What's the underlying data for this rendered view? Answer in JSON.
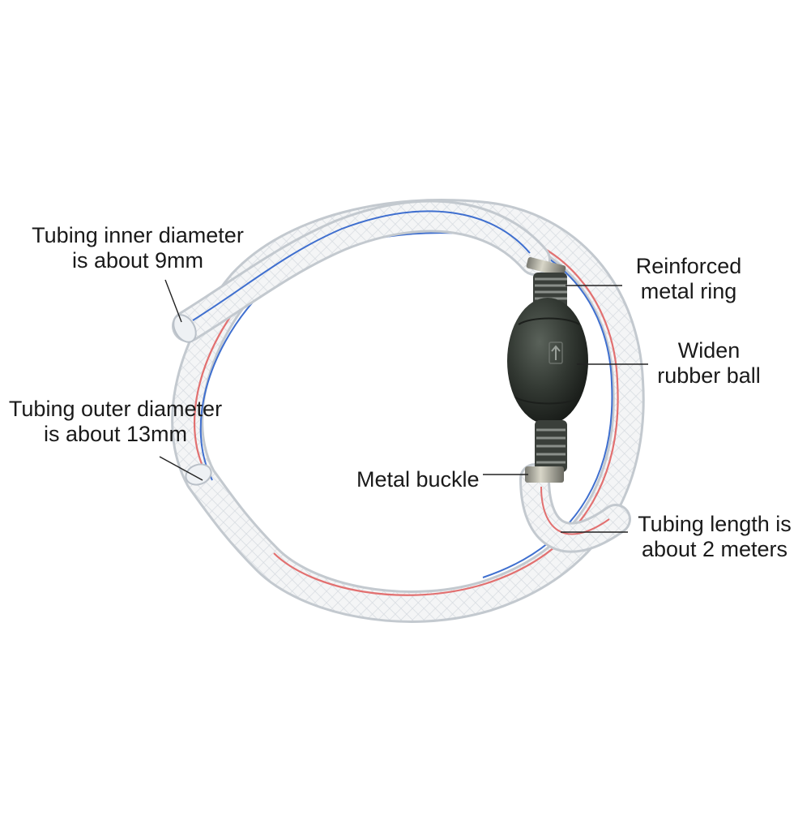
{
  "labels": {
    "inner_diameter": {
      "line1": "Tubing inner diameter",
      "line2": "is about 9mm"
    },
    "outer_diameter": {
      "line1": "Tubing outer diameter",
      "line2": "is about 13mm"
    },
    "metal_ring": {
      "line1": "Reinforced",
      "line2": "metal ring"
    },
    "rubber_ball": {
      "line1": "Widen",
      "line2": "rubber ball"
    },
    "metal_buckle": {
      "line1": "Metal buckle"
    },
    "tubing_length": {
      "line1": "Tubing length is",
      "line2": "about 2 meters"
    }
  },
  "colors": {
    "tube": "#f2f2f2",
    "tube_edge": "#c9ced4",
    "stripe_blue": "#3a6fd1",
    "stripe_red": "#e06060",
    "bulb": "#2e332e",
    "leader_line": "#222222"
  }
}
